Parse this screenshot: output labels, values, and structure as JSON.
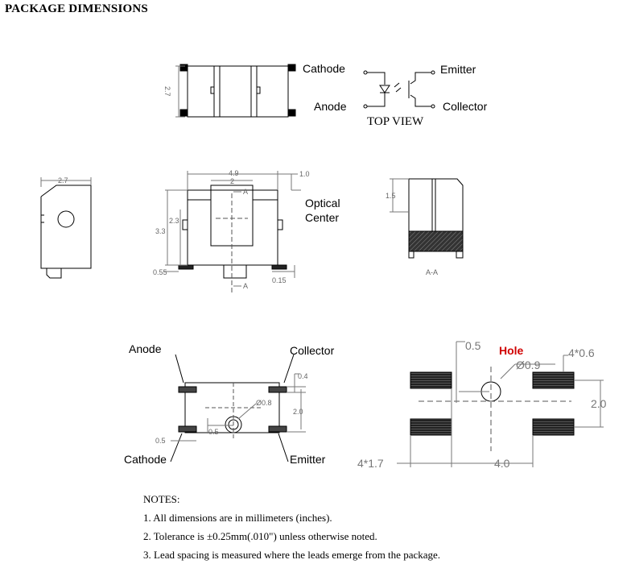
{
  "title": "PACKAGE DIMENSIONS",
  "labels": {
    "cathode": "Cathode",
    "anode": "Anode",
    "emitter": "Emitter",
    "collector": "Collector",
    "top_view": "TOP VIEW",
    "optical_center_1": "Optical",
    "optical_center_2": "Center",
    "hole": "Hole",
    "section": "A-A",
    "section_mark": "A"
  },
  "dimensions": {
    "top_height": "2.7",
    "side_width": "2.7",
    "front_width": "4.9",
    "front_inner": "2",
    "front_top": "1.0",
    "front_inner_h": "2.3",
    "front_total_h": "3.3",
    "front_lead": "0.55",
    "front_foot": "0.15",
    "section_h": "1.5",
    "bottom_lead_h": "0.4",
    "bottom_pitch": "2.0",
    "bottom_hole": "Ø0.8",
    "bottom_offset": "0.5",
    "bottom_lead_w": "0.5",
    "pad_offset": "0.5",
    "pad_hole": "Ø0.9",
    "pad_count_w": "4*0.6",
    "pad_pitch": "2.0",
    "pad_count_l": "4*1.7",
    "pad_span": "4.0"
  },
  "colors": {
    "hole_label": "#d00000",
    "line": "#000000",
    "dim_line": "#777777"
  },
  "notes": {
    "heading": "NOTES:",
    "items": [
      "1. All dimensions are in millimeters (inches).",
      "2. Tolerance is ±0.25mm(.010\") unless otherwise noted.",
      "3. Lead spacing is measured where the leads emerge from the package."
    ]
  }
}
